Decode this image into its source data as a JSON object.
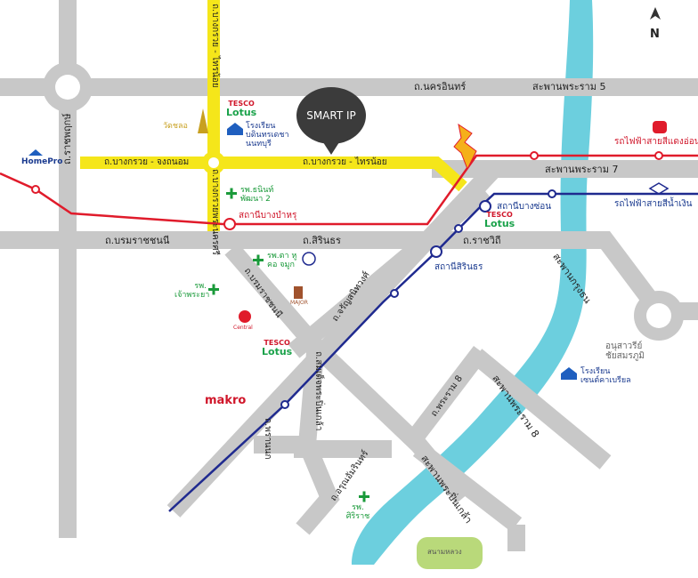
{
  "map": {
    "north_label": "N",
    "marker_label": "SMART IP",
    "roads": {
      "nakarin": "ถ.นครอินทร์",
      "bangkruai_chongthanom": "ถ.บางกรวย - จงถนอม",
      "bangkruai_sainoi": "ถ.บางกรวย - ไทรน้อย",
      "bangkruai_sainoi_vertical": "ถ.บางกรวย - ไทรน้อย",
      "ratchaphruek": "ถ.ราชพฤกษ์",
      "boromratchachonnani": "ถ.บรมราชชนนี",
      "sirindhorn": "ถ.สิรินธร",
      "ratchawithi": "ถ.ราชวิถี",
      "boromratchachonnani_diag": "ถ.บรมราชชนนี",
      "charansanitwong": "ถ.จรัญสนิทวงศ์",
      "somdetphrapinklao": "ถ.สมเด็จพระปิ่นเกล้า",
      "phrannok": "ถ.พรานนก",
      "arunammarin": "ถ.อรุณอัมรินทร์",
      "rama8_road": "ถ.พระราม 8",
      "bangkruai_south": "ถ.บางกรวยพระนครศรี"
    },
    "bridges": {
      "rama5": "สะพานพระราม 5",
      "rama7": "สะพานพระราม 7",
      "krungthon": "สะพานกรุงธน",
      "rama8": "สะพานพระราม 8",
      "phrapinklao": "สะพานพระปิ่นเกล้า"
    },
    "stations": {
      "bangbamru": "สถานีบางบำหรุ",
      "bangson": "สถานีบางซ่อน",
      "sirindhorn": "สถานีสิรินธร"
    },
    "lines": {
      "red_line": "รถไฟฟ้าสายสีแดงอ่อน",
      "blue_line": "รถไฟฟ้าสายสีน้ำเงิน"
    },
    "pois": {
      "homepro": "HomePro",
      "watchalo": "วัดชลอ",
      "tesco1_top": "TESCO",
      "tesco1_bot": "Lotus",
      "school_nonthaburi": "โรงเรียน บดินทรเดชา นนทบุรี",
      "hospital_phatthana": "รพ.ธนินท์ พัฒนา 2",
      "hospital_tawiwat": "รพ.ตา หู คอ จมูก",
      "hospital_chaophraya": "รพ. เจ้าพระยา",
      "major": "MAJOR",
      "central": "Central",
      "tesco2_top": "TESCO",
      "tesco2_bot": "Lotus",
      "makro": "makro",
      "tesco3_top": "TESCO",
      "tesco3_bot": "Lotus",
      "victory": "อนุสาวรีย์ ชัยสมรภูมิ",
      "school_setthabutra": "โรงเรียน เซนต์คาเบรียล",
      "hospital_siriraj": "รพ. ศิริราช",
      "sanamluang": "สนามหลวง"
    },
    "colors": {
      "road": "#c8c8c8",
      "yellow_road": "#f5e61a",
      "red_line": "#e01b2b",
      "blue_line": "#1f2a8f",
      "river": "#6ccfde",
      "marker": "#3b3b3b",
      "park": "#b9d97a"
    }
  }
}
